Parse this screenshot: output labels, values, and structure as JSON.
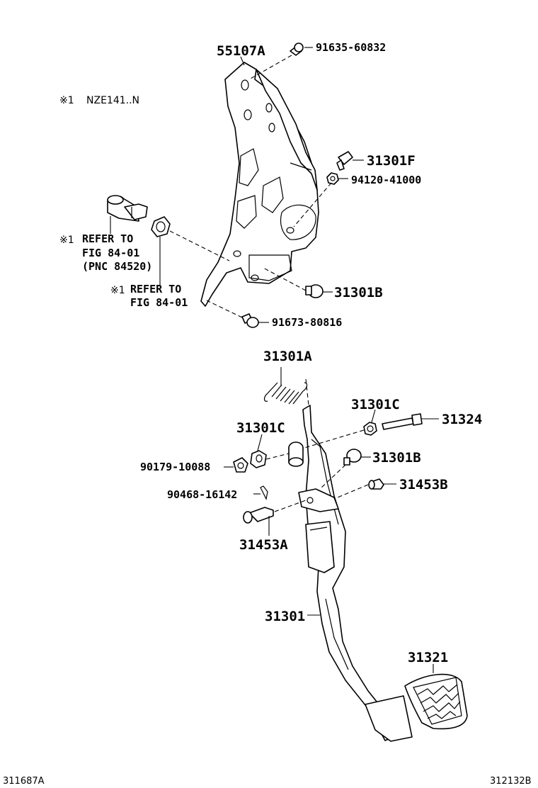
{
  "note": {
    "mark": "※1",
    "text": "NZE141..N"
  },
  "parts": {
    "bracket": "55107A",
    "bolt_top": "91635-60832",
    "f_part": "31301F",
    "nut": "94120-41000",
    "cushion_upper": "31301B",
    "screw": "91673-80816",
    "spring": "31301A",
    "bushing_right": "31301C",
    "bolt_right": "31324",
    "bushing_left": "31301C",
    "collar_left": "90179-10088",
    "cushion_lower": "31301B",
    "clip": "90468-16142",
    "pin_right": "31453B",
    "pin_left": "31453A",
    "pedal_arm": "31301",
    "pedal_pad": "31321"
  },
  "refs": {
    "ref1_mark": "※1",
    "ref1_line1": "REFER TO",
    "ref1_line2": "FIG 84-01",
    "ref1_line3": "(PNC 84520)",
    "ref2_mark": "※1",
    "ref2_line1": "REFER TO",
    "ref2_line2": "FIG 84-01"
  },
  "footer": {
    "left_code": "311687A",
    "right_code": "312132B"
  }
}
